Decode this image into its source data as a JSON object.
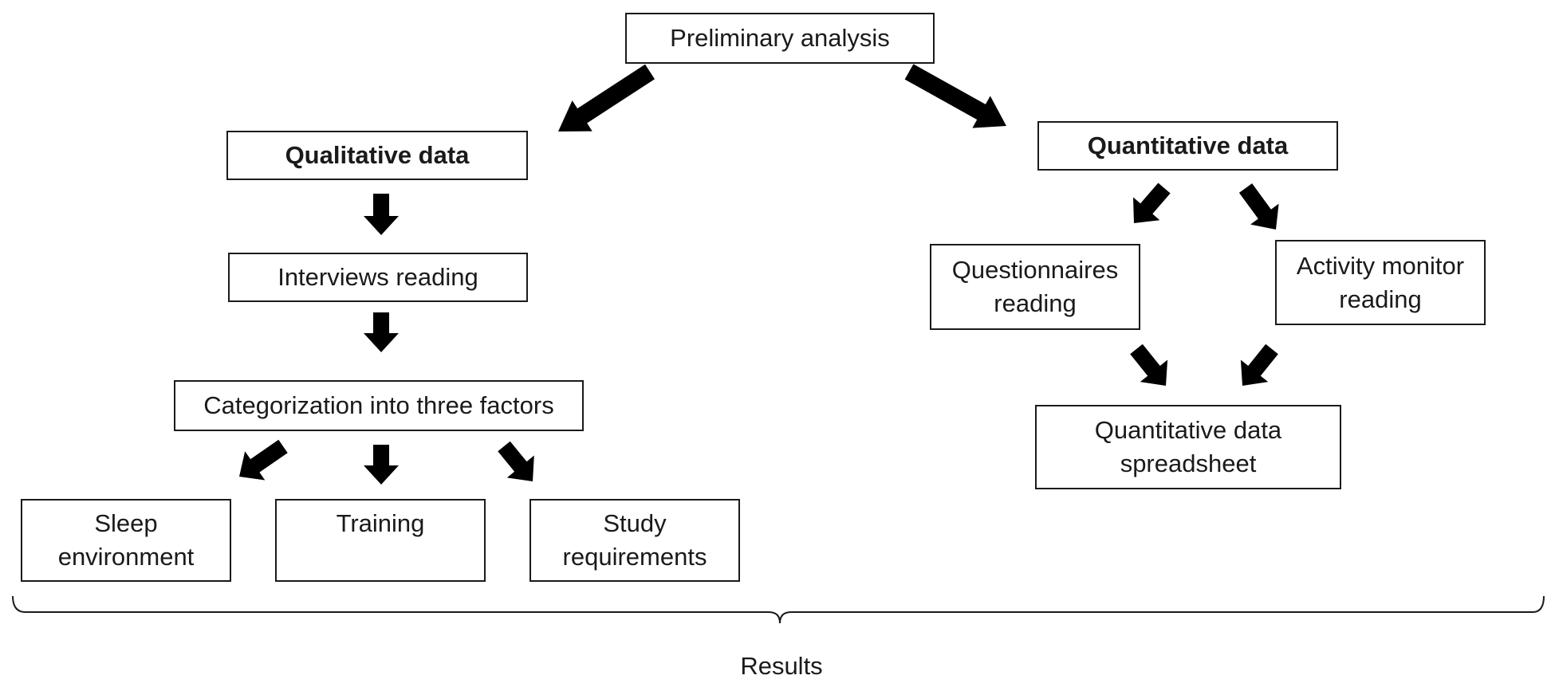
{
  "diagram": {
    "preliminary": "Preliminary analysis",
    "qualitative": {
      "title": "Qualitative data",
      "interviews": "Interviews reading",
      "categorization": "Categorization into three factors",
      "factors": {
        "sleep": {
          "line1": "Sleep",
          "line2": "environment"
        },
        "training": {
          "line1": "Training"
        },
        "study": {
          "line1": "Study",
          "line2": "requirements"
        }
      }
    },
    "quantitative": {
      "title": "Quantitative data",
      "questionnaires": {
        "line1": "Questionnaires",
        "line2": "reading"
      },
      "activity": {
        "line1": "Activity monitor",
        "line2": "reading"
      },
      "spreadsheet": {
        "line1": "Quantitative data",
        "line2": "spreadsheet"
      }
    },
    "results": "Results"
  },
  "colors": {
    "stroke": "#1a1a1a",
    "arrow": "#000000",
    "background": "#ffffff"
  }
}
